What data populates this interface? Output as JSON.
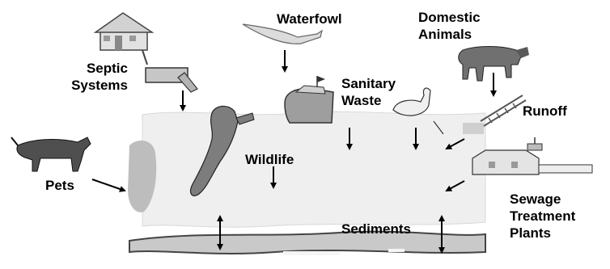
{
  "labels": {
    "waterfowl": "Waterfowl",
    "domestic_animals": "Domestic\nAnimals",
    "septic_systems": "Septic\nSystems",
    "sanitary_waste": "Sanitary\nWaste",
    "runoff": "Runoff",
    "pets": "Pets",
    "wildlife": "Wildlife",
    "sewage_treatment_plants": "Sewage\nTreatment\nPlants",
    "sediments": "Sediments"
  },
  "icons": {
    "house": "house-icon",
    "septic_tank": "septic-tank-icon",
    "waterfowl": "flying-bird-icon",
    "cow": "cow-icon",
    "boat": "boat-icon",
    "swan": "swan-icon",
    "pipe": "runoff-pipe-icon",
    "seal": "seal-icon",
    "dog": "dog-icon",
    "plant": "treatment-plant-icon"
  },
  "colors": {
    "water": "#efefef",
    "sediment": "#c9c9c9",
    "ink": "#000000",
    "figure": "#7d7d7d"
  }
}
